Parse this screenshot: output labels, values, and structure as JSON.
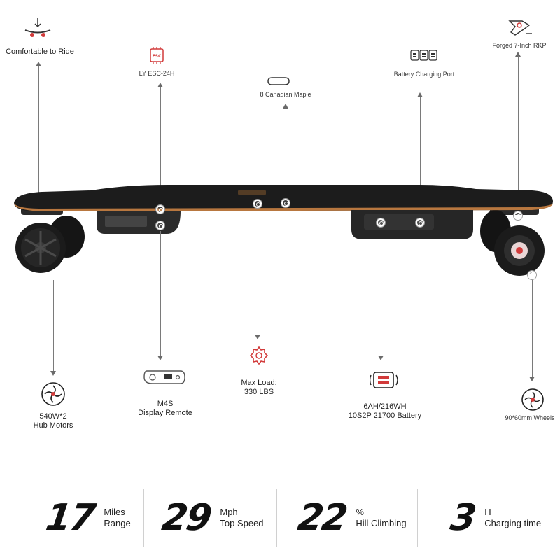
{
  "features": {
    "comfort": "Comfortable to Ride",
    "esc": "LY ESC-24H",
    "esc_icon_text": "ESC",
    "deck": "8 Canadian Maple",
    "port": "Battery Charging Port",
    "truck": "Forged 7-Inch RKP",
    "motors_line1": "540W*2",
    "motors_line2": "Hub Motors",
    "remote_line1": "M4S",
    "remote_line2": "Display Remote",
    "load_line1": "Max Load:",
    "load_line2": "330 LBS",
    "battery_line1": "6AH/216WH",
    "battery_line2": "10S2P 21700 Battery",
    "wheels": "90*60mm Wheels"
  },
  "stats": [
    {
      "value": "17",
      "unit": "Miles",
      "label": "Range"
    },
    {
      "value": "29",
      "unit": "Mph",
      "label": "Top Speed"
    },
    {
      "value": "22",
      "unit": "%",
      "label": "Hill Climbing"
    },
    {
      "value": "3",
      "unit": "H",
      "label": "Charging time"
    }
  ],
  "colors": {
    "deck_top": "#1c1c1c",
    "deck_edge": "#b8773f",
    "wheel": "#1a1a1a",
    "accent": "#d23a3a"
  }
}
